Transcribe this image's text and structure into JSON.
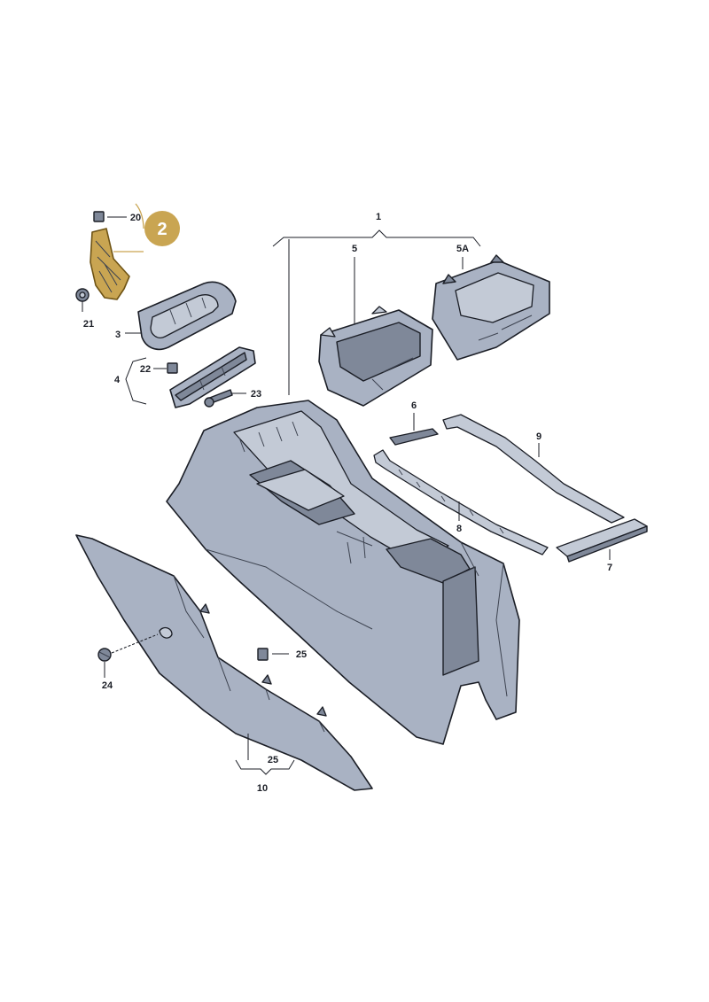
{
  "callouts": {
    "c1": "1",
    "c5": "5",
    "c5a": "5A",
    "c20": "20",
    "c21": "21",
    "c3": "3",
    "c4": "4",
    "c22": "22",
    "c23": "23",
    "c6": "6",
    "c9": "9",
    "c8": "8",
    "c7": "7",
    "c24": "24",
    "c25a": "25",
    "c25b": "25",
    "c10": "10"
  },
  "badge": {
    "label": "2",
    "color": "#c9a552"
  },
  "colors": {
    "part_fill": "#a9b2c3",
    "outline": "#1b1e26",
    "highlight": "#c9a552"
  }
}
